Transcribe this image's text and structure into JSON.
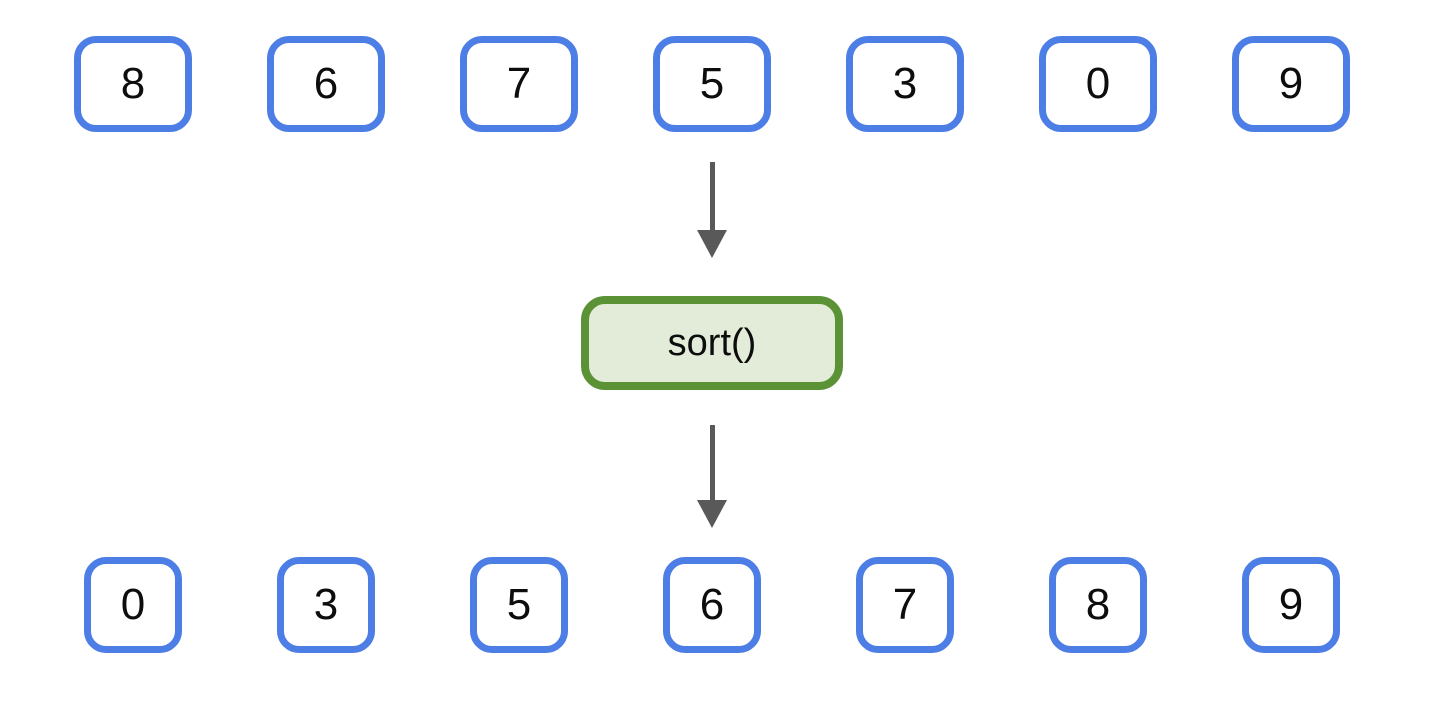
{
  "diagram": {
    "operation": {
      "label": "sort()"
    },
    "input_row": {
      "values": [
        8,
        6,
        7,
        5,
        3,
        0,
        9
      ]
    },
    "output_row": {
      "values": [
        0,
        3,
        5,
        6,
        7,
        8,
        9
      ]
    },
    "icons": {
      "arrow": "down-arrow"
    }
  },
  "colors": {
    "canvas": "#ffffff",
    "box-border": "#4d7ee6",
    "box-bg": "#ffffff",
    "op-border": "#5c9236",
    "op-bg": "#e3ecd9",
    "arrow": "#595959",
    "text": "#0d0d0d"
  }
}
